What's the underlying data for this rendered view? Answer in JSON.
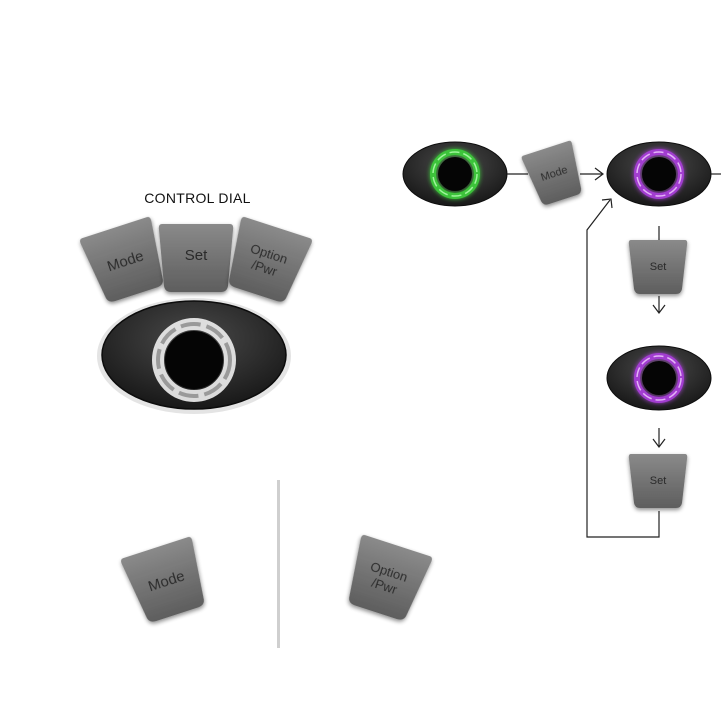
{
  "title": "CONTROL DIAL",
  "buttons": {
    "mode": "Mode",
    "set": "Set",
    "option_line1": "Option",
    "option_line2": "/Pwr"
  },
  "ring_colors": {
    "main": "#d8d8d8",
    "green": "#3ec33a",
    "purple": "#a23ed0"
  },
  "flow": {
    "step1_button": "Mode",
    "step2_button": "Set",
    "step3_button": "Set"
  },
  "bottom": {
    "left_button": "Mode",
    "right_line1": "Option",
    "right_line2": "/Pwr"
  }
}
